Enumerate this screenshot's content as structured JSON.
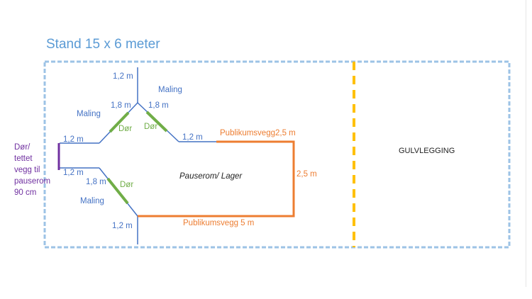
{
  "title": "Stand 15 x 6 meter",
  "colors": {
    "title": "#5b9bd5",
    "dashed_border": "#9dc3e6",
    "wall": "#4472c4",
    "public_wall": "#ed7d31",
    "door": "#70ad47",
    "entry": "#7030a0",
    "divider": "#ffc000",
    "text_dark": "#222222"
  },
  "labels": {
    "top_len": "1,2 m",
    "maling_top": "Maling",
    "len_18_a": "1,8 m",
    "len_18_b": "1,8 m",
    "maling_left": "Maling",
    "dor_a": "Dør",
    "dor_b": "Dør",
    "len_12_right": "1,2 m",
    "pub_top": "Publikumsvegg2,5 m",
    "len_12_upper": "1,2 m",
    "entry_1": "Dør/",
    "entry_2": "tettet",
    "entry_3": "vegg til",
    "entry_4": "pauserom",
    "entry_5": "90 cm",
    "len_12_lower": "1,2 m",
    "len_18_c": "1,8 m",
    "dor_c": "Dør",
    "room": "Pauserom/ Lager",
    "pub_side": "2,5 m",
    "maling_bottom": "Maling",
    "bottom_len": "1,2 m",
    "pub_bottom": "Publikumsvegg 5 m",
    "floor": "GULVLEGGING"
  }
}
